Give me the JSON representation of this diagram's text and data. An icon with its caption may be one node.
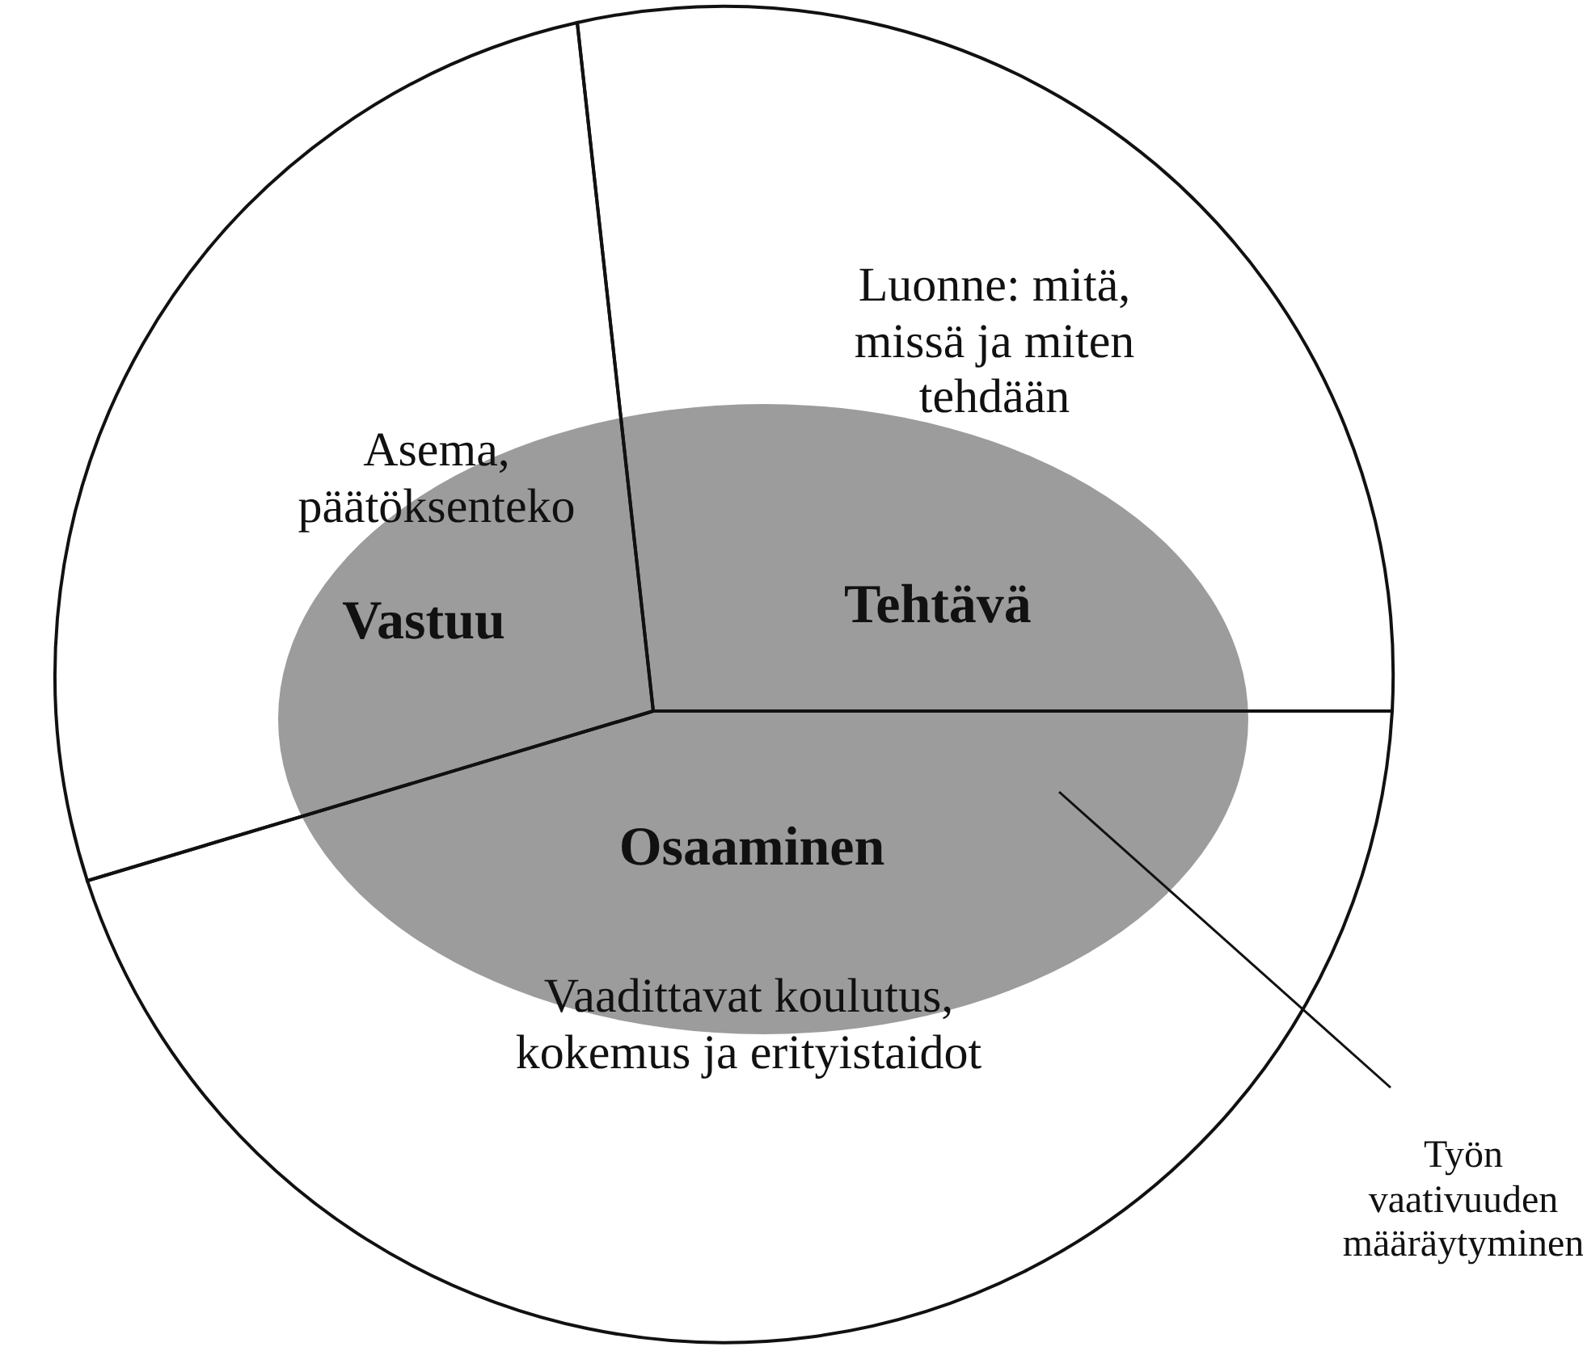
{
  "diagram": {
    "nodes": [
      {
        "text": [
          "Asema, päätöksenteko",
          "Vastuu"
        ]
      },
      {
        "text": [
          "Luonne: mitä, missä ja miten tehdään",
          "Tehtävä"
        ]
      },
      {
        "text": [
          "Osaaminen",
          "Vaadittavat koulutus, kokemus ja erityistaidot"
        ]
      },
      {
        "text": [
          "Työn vaativuuden määräytyminen"
        ]
      }
    ],
    "edges": [
      {
        "from": 3,
        "to": 2,
        "arrow": "none"
      }
    ]
  }
}
